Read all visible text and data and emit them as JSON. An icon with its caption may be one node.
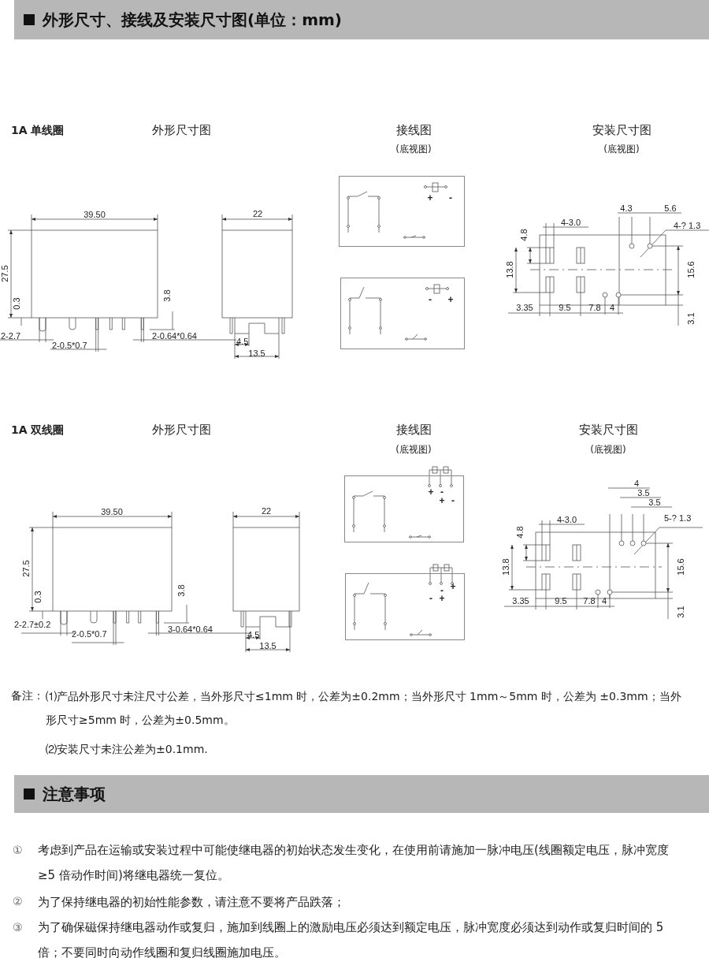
{
  "diagram": {
    "nodes": [
      {
        "text": [
          "外形尺寸、接线及安装尺寸图(单位：mm)"
        ]
      },
      {
        "text": [
          "+",
          "-"
        ]
      },
      {
        "text": [
          "-",
          "+"
        ]
      },
      {
        "text": [
          "+",
          "-",
          "+",
          "-"
        ]
      },
      {
        "text": [
          "-",
          "+",
          "-",
          "+"
        ]
      },
      {
        "text": [
          "注意事项"
        ]
      }
    ],
    "labels": [
      "1A 单线圈",
      "外形尺寸图",
      "接线图",
      "(底视图)",
      "安装尺寸图",
      "(底视图)",
      "39.50",
      "27.5",
      "0.3",
      "3.8",
      "2-2.7",
      "2-0.5*0.7",
      "2-0.64*0.64",
      "22",
      "4.5",
      "13.5",
      "4.3",
      "5.6",
      "4.8",
      "4-3.0",
      "4-? 1.3",
      "13.8",
      "15.6",
      "3.35",
      "9.5",
      "7.8",
      "4",
      "3.1",
      "1A 双线圈",
      "外形尺寸图",
      "接线图",
      "(底视图)",
      "安装尺寸图",
      "(底视图)",
      "39.50",
      "27.5",
      "0.3",
      "3.8",
      "2-2.7±0.2",
      "2-0.5*0.7",
      "3-0.64*0.64",
      "22",
      "4.5",
      "13.5",
      "4",
      "3.5",
      "3.5",
      "5-? 1.3",
      "4.8",
      "4-3.0",
      "13.8",
      "15.6",
      "3.35",
      "9.5",
      "7.8",
      "4",
      "3.1",
      "备注：",
      "⑴产品外形尺寸未注尺寸公差，当外形尺寸≤1mm 时，公差为±0.2mm；当外形尺寸 1mm～5mm 时，公差为 ±0.3mm；当外形尺寸≥5mm 时，公差为±0.5mm。",
      "⑵安装尺寸未注公差为±0.1mm.",
      "①",
      "考虑到产品在运输或安装过程中可能使继电器的初始状态发生变化，在使用前请施加一脉冲电压(线圈额定电压，脉冲宽度≥5 倍动作时间)将继电器统一复位。",
      "②",
      "为了保持继电器的初始性能参数，请注意不要将产品跌落；",
      "③",
      "为了确保磁保持继电器动作或复归，施加到线圈上的激励电压必须达到额定电压，脉冲宽度必须达到动作或复归时间的 5 倍；不要同时向动作线圈和复归线圈施加电压。"
    ]
  }
}
